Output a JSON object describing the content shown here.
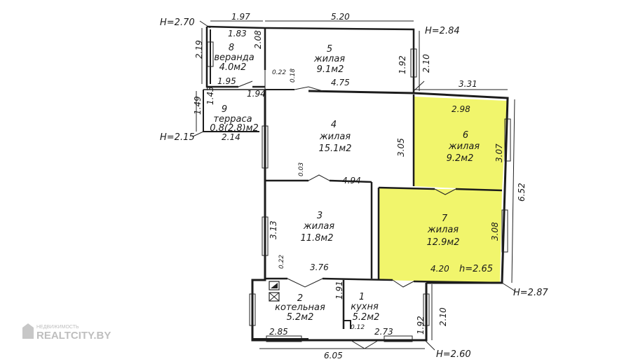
{
  "rooms": [
    {
      "num": "1",
      "name": "кухня",
      "area": "5.2м2"
    },
    {
      "num": "2",
      "name": "котельная",
      "area": "5.2м2"
    },
    {
      "num": "3",
      "name": "жилая",
      "area": "11.8м2"
    },
    {
      "num": "4",
      "name": "жилая",
      "area": "15.1м2"
    },
    {
      "num": "5",
      "name": "жилая",
      "area": "9.1м2"
    },
    {
      "num": "6",
      "name": "жилая",
      "area": "9.2м2"
    },
    {
      "num": "7",
      "name": "жилая",
      "area": "12.9м2"
    },
    {
      "num": "8",
      "name": "веранда",
      "area": "4.0м2"
    },
    {
      "num": "9",
      "name": "терраса",
      "area": "0.8(2.8)м2"
    }
  ],
  "heights": {
    "h270": "H=2.70",
    "h284": "H=2.84",
    "h215": "H=2.15",
    "h287": "H=2.87",
    "h260": "H=2.60",
    "room7": "h=2.65"
  },
  "dims": {
    "d197": "1.97",
    "d520": "5.20",
    "d183": "1.83",
    "d208": "2.08",
    "d219": "2.19",
    "d195": "1.95",
    "d022a": "0.22",
    "d018": "0.18",
    "d475": "4.75",
    "d192a": "1.92",
    "d210a": "2.10",
    "d194": "1.94",
    "d143": "1.43",
    "d149": "1.49",
    "d214": "2.14",
    "d331": "3.31",
    "d298": "2.98",
    "d305": "3.05",
    "d307": "3.07",
    "d003": "0.03",
    "d494": "4.94",
    "d652": "6.52",
    "d313": "3.13",
    "d308": "3.08",
    "d022b": "0.22",
    "d376": "3.76",
    "d420": "4.20",
    "d191": "1.91",
    "d210b": "2.10",
    "d192b": "1.92",
    "d012": "0.12",
    "d285": "2.85",
    "d273": "2.73",
    "d605": "6.05"
  },
  "watermark": {
    "small": "НЕДВИЖИМОСТЬ",
    "brand": "REALTCITY.BY"
  },
  "colors": {
    "highlight": "#f1f56c",
    "wall": "#1c1c1c"
  }
}
